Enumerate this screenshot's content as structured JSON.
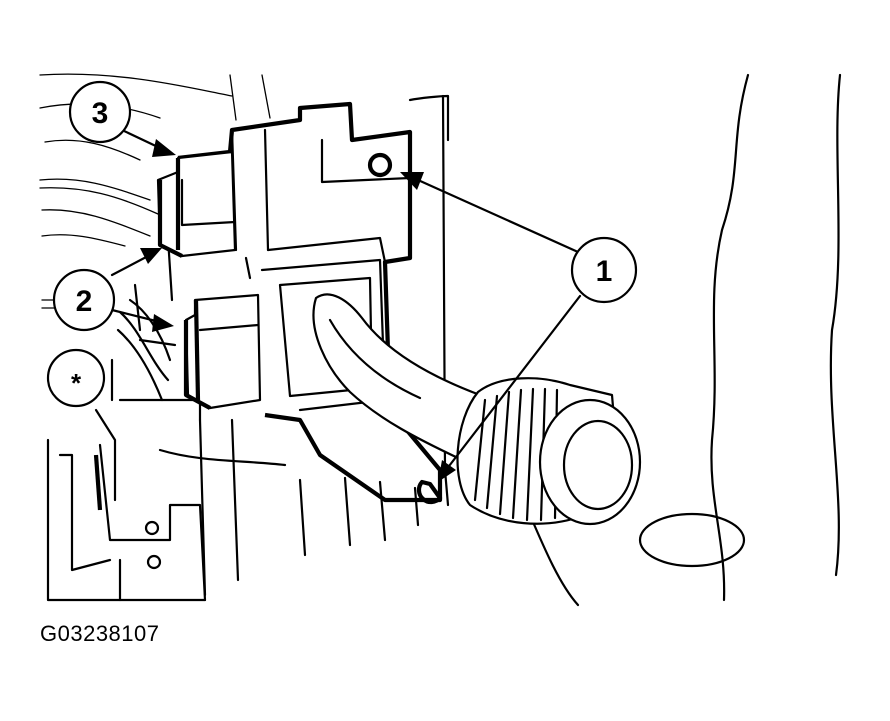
{
  "figure_id": "G03238107",
  "callouts": [
    {
      "label": "1"
    },
    {
      "label": "2"
    },
    {
      "label": "3"
    },
    {
      "label": "*"
    }
  ]
}
